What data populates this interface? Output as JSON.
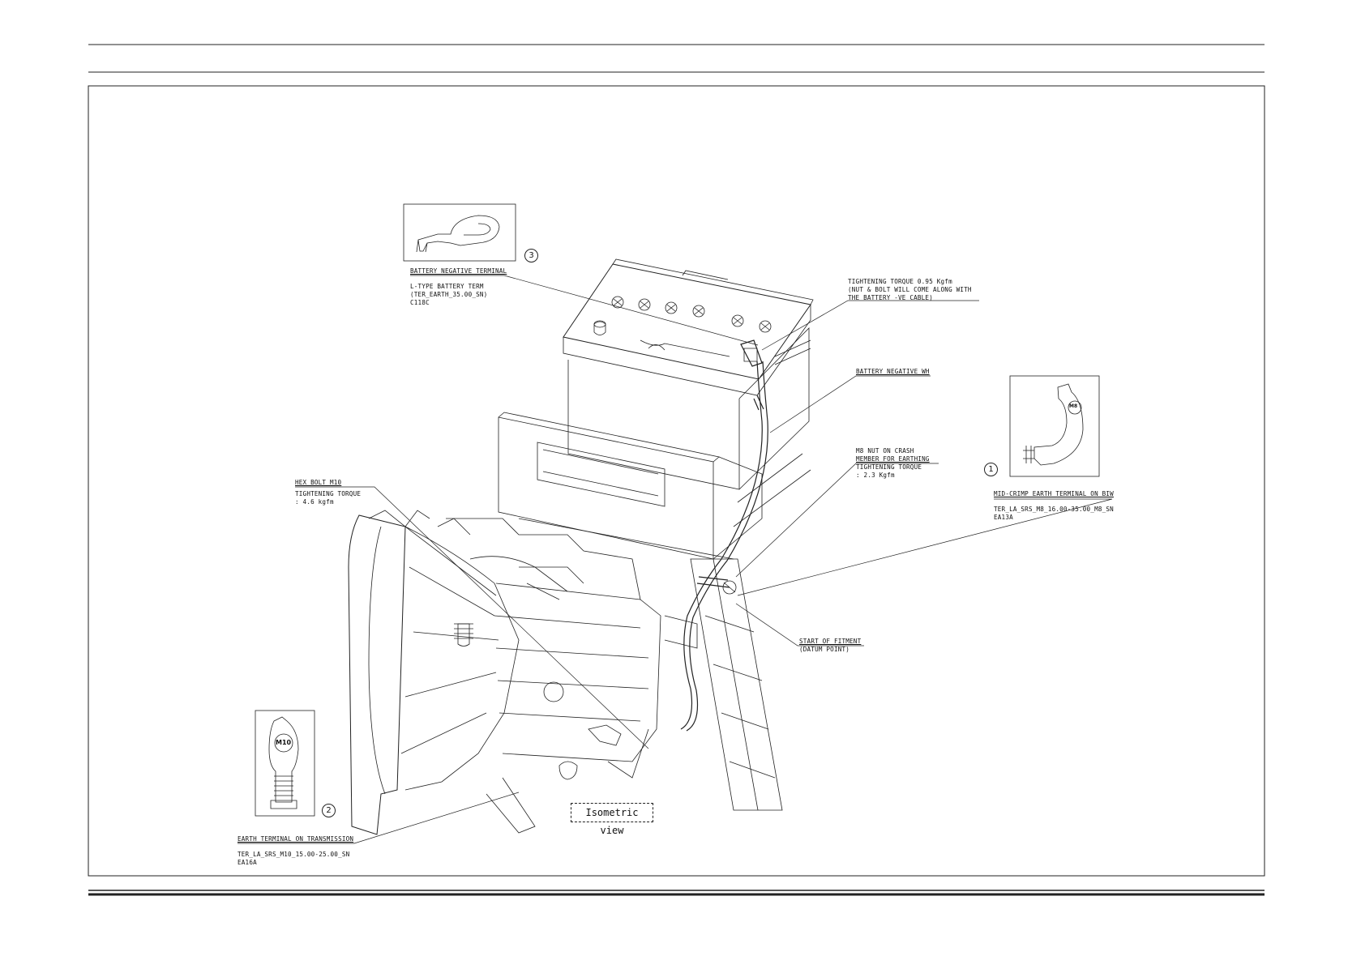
{
  "labels": {
    "battery_negative_terminal": "BATTERY NEGATIVE TERMINAL",
    "l_type_line1": "L-TYPE BATTERY TERM",
    "l_type_line2": "(TER_EARTH_35.00_SN)",
    "l_type_line3": "C118C",
    "torque_095_line1": "TIGHTENING TORQUE 0.95 Kgfm",
    "torque_095_line2": "(NUT & BOLT WILL COME ALONG WITH",
    "torque_095_line3": "THE BATTERY -VE CABLE)",
    "battery_negative_wh": "BATTERY NEGATIVE WH",
    "m8_nut_line1": "M8 NUT ON CRASH",
    "m8_nut_line2": "MEMBER FOR EARTHING",
    "m8_nut_line3": "TIGHTENING TORQUE",
    "m8_nut_line4": ": 2.3 Kgfm",
    "hex_bolt_line1": "HEX BOLT M10",
    "hex_bolt_line2": "TIGHTENING TORQUE",
    "hex_bolt_line3": ": 4.6 kgfm",
    "mid_crimp_line1": "MID-CRIMP EARTH TERMINAL ON BIW",
    "mid_crimp_line2": "TER_LA_SRS_M8_16.00-35.00_M8_SN",
    "mid_crimp_line3": "EA13A",
    "start_fitment_line1": "START OF FITMENT",
    "start_fitment_line2": "(DATUM POINT)",
    "earth_trans_line1": "EARTH TERMINAL ON TRANSMISSION",
    "earth_trans_line2": "TER_LA_SRS_M10_15.00-25.00_SN",
    "earth_trans_line3": "EA16A",
    "isometric_view": "Isometric view"
  },
  "callouts": {
    "one": "1",
    "two": "2",
    "three": "3"
  },
  "inset_marks": {
    "m8": "M8",
    "m10": "M10"
  }
}
